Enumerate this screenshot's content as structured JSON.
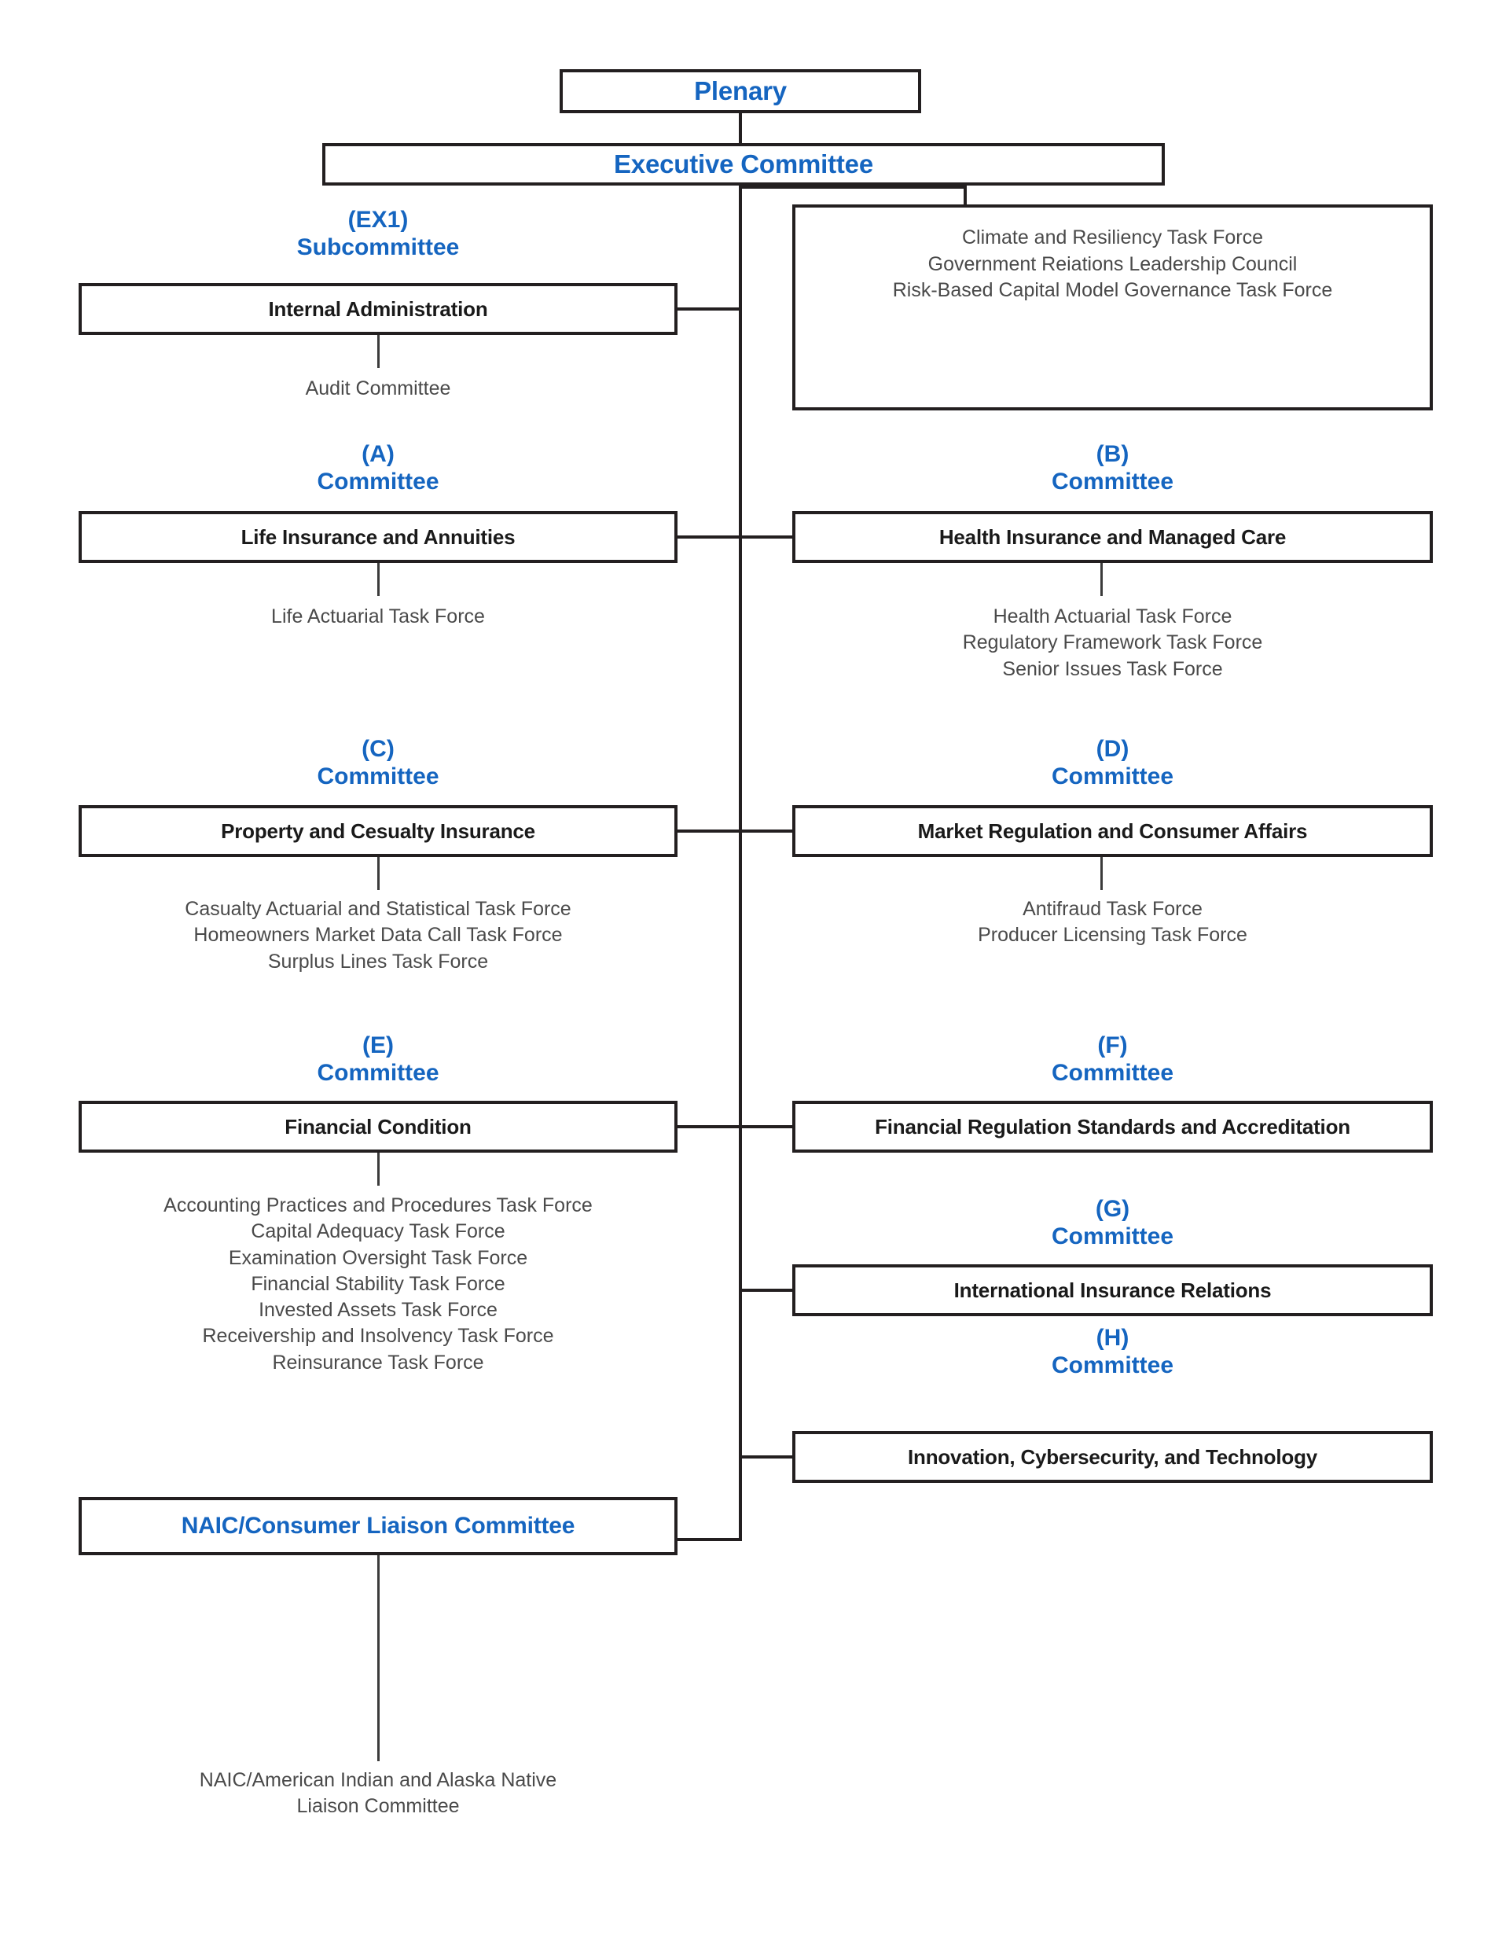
{
  "colors": {
    "accent_blue": "#1565C0",
    "box_border": "#231f20",
    "body_text": "#4a4a4a",
    "heading_black": "#1a1a1a",
    "background": "#ffffff"
  },
  "nodes": {
    "plenary": {
      "label": "Plenary"
    },
    "executive_committee": {
      "label": "Executive Committee"
    },
    "exec_task_forces": {
      "items": [
        "Climate and Resiliency Task Force",
        "Government Reiations Leadership Council",
        "Risk-Based Capital Model Governance Task Force"
      ]
    },
    "ex1": {
      "code": "(EX1)",
      "kind": "Subcommittee",
      "label": "Internal Administration",
      "children": [
        "Audit Committee"
      ]
    },
    "committee_a": {
      "code": "(A)",
      "kind": "Committee",
      "label": "Life Insurance and Annuities",
      "children": [
        "Life Actuarial Task Force"
      ]
    },
    "committee_b": {
      "code": "(B)",
      "kind": "Committee",
      "label": "Health Insurance and Managed Care",
      "children": [
        "Health Actuarial Task Force",
        "Regulatory Framework Task Force",
        "Senior Issues Task Force"
      ]
    },
    "committee_c": {
      "code": "(C)",
      "kind": "Committee",
      "label": "Property and Cesualty Insurance",
      "children": [
        "Casualty Actuarial and Statistical Task Force",
        "Homeowners Market Data Call Task Force",
        "Surplus Lines Task Force"
      ]
    },
    "committee_d": {
      "code": "(D)",
      "kind": "Committee",
      "label": "Market Regulation and Consumer Affairs",
      "children": [
        "Antifraud Task Force",
        "Producer Licensing Task Force"
      ]
    },
    "committee_e": {
      "code": "(E)",
      "kind": "Committee",
      "label": "Financial Condition",
      "children": [
        "Accounting Practices and Procedures Task Force",
        "Capital Adequacy Task Force",
        "Examination Oversight Task Force",
        "Financial Stability Task Force",
        "Invested Assets Task Force",
        "Receivership and Insolvency Task Force",
        "Reinsurance Task Force"
      ]
    },
    "committee_f": {
      "code": "(F)",
      "kind": "Committee",
      "label": "Financial Regulation Standards and Accreditation",
      "children": []
    },
    "committee_g": {
      "code": "(G)",
      "kind": "Committee",
      "label": "International Insurance Relations",
      "children": []
    },
    "committee_h": {
      "code": "(H)",
      "kind": "Committee",
      "label": "Innovation, Cybersecurity, and Technology",
      "children": []
    },
    "consumer_liaison": {
      "label": "NAIC/Consumer Liaison Committee",
      "children": [
        "NAIC/American Indian and Alaska Native",
        "Liaison Committee"
      ]
    }
  }
}
